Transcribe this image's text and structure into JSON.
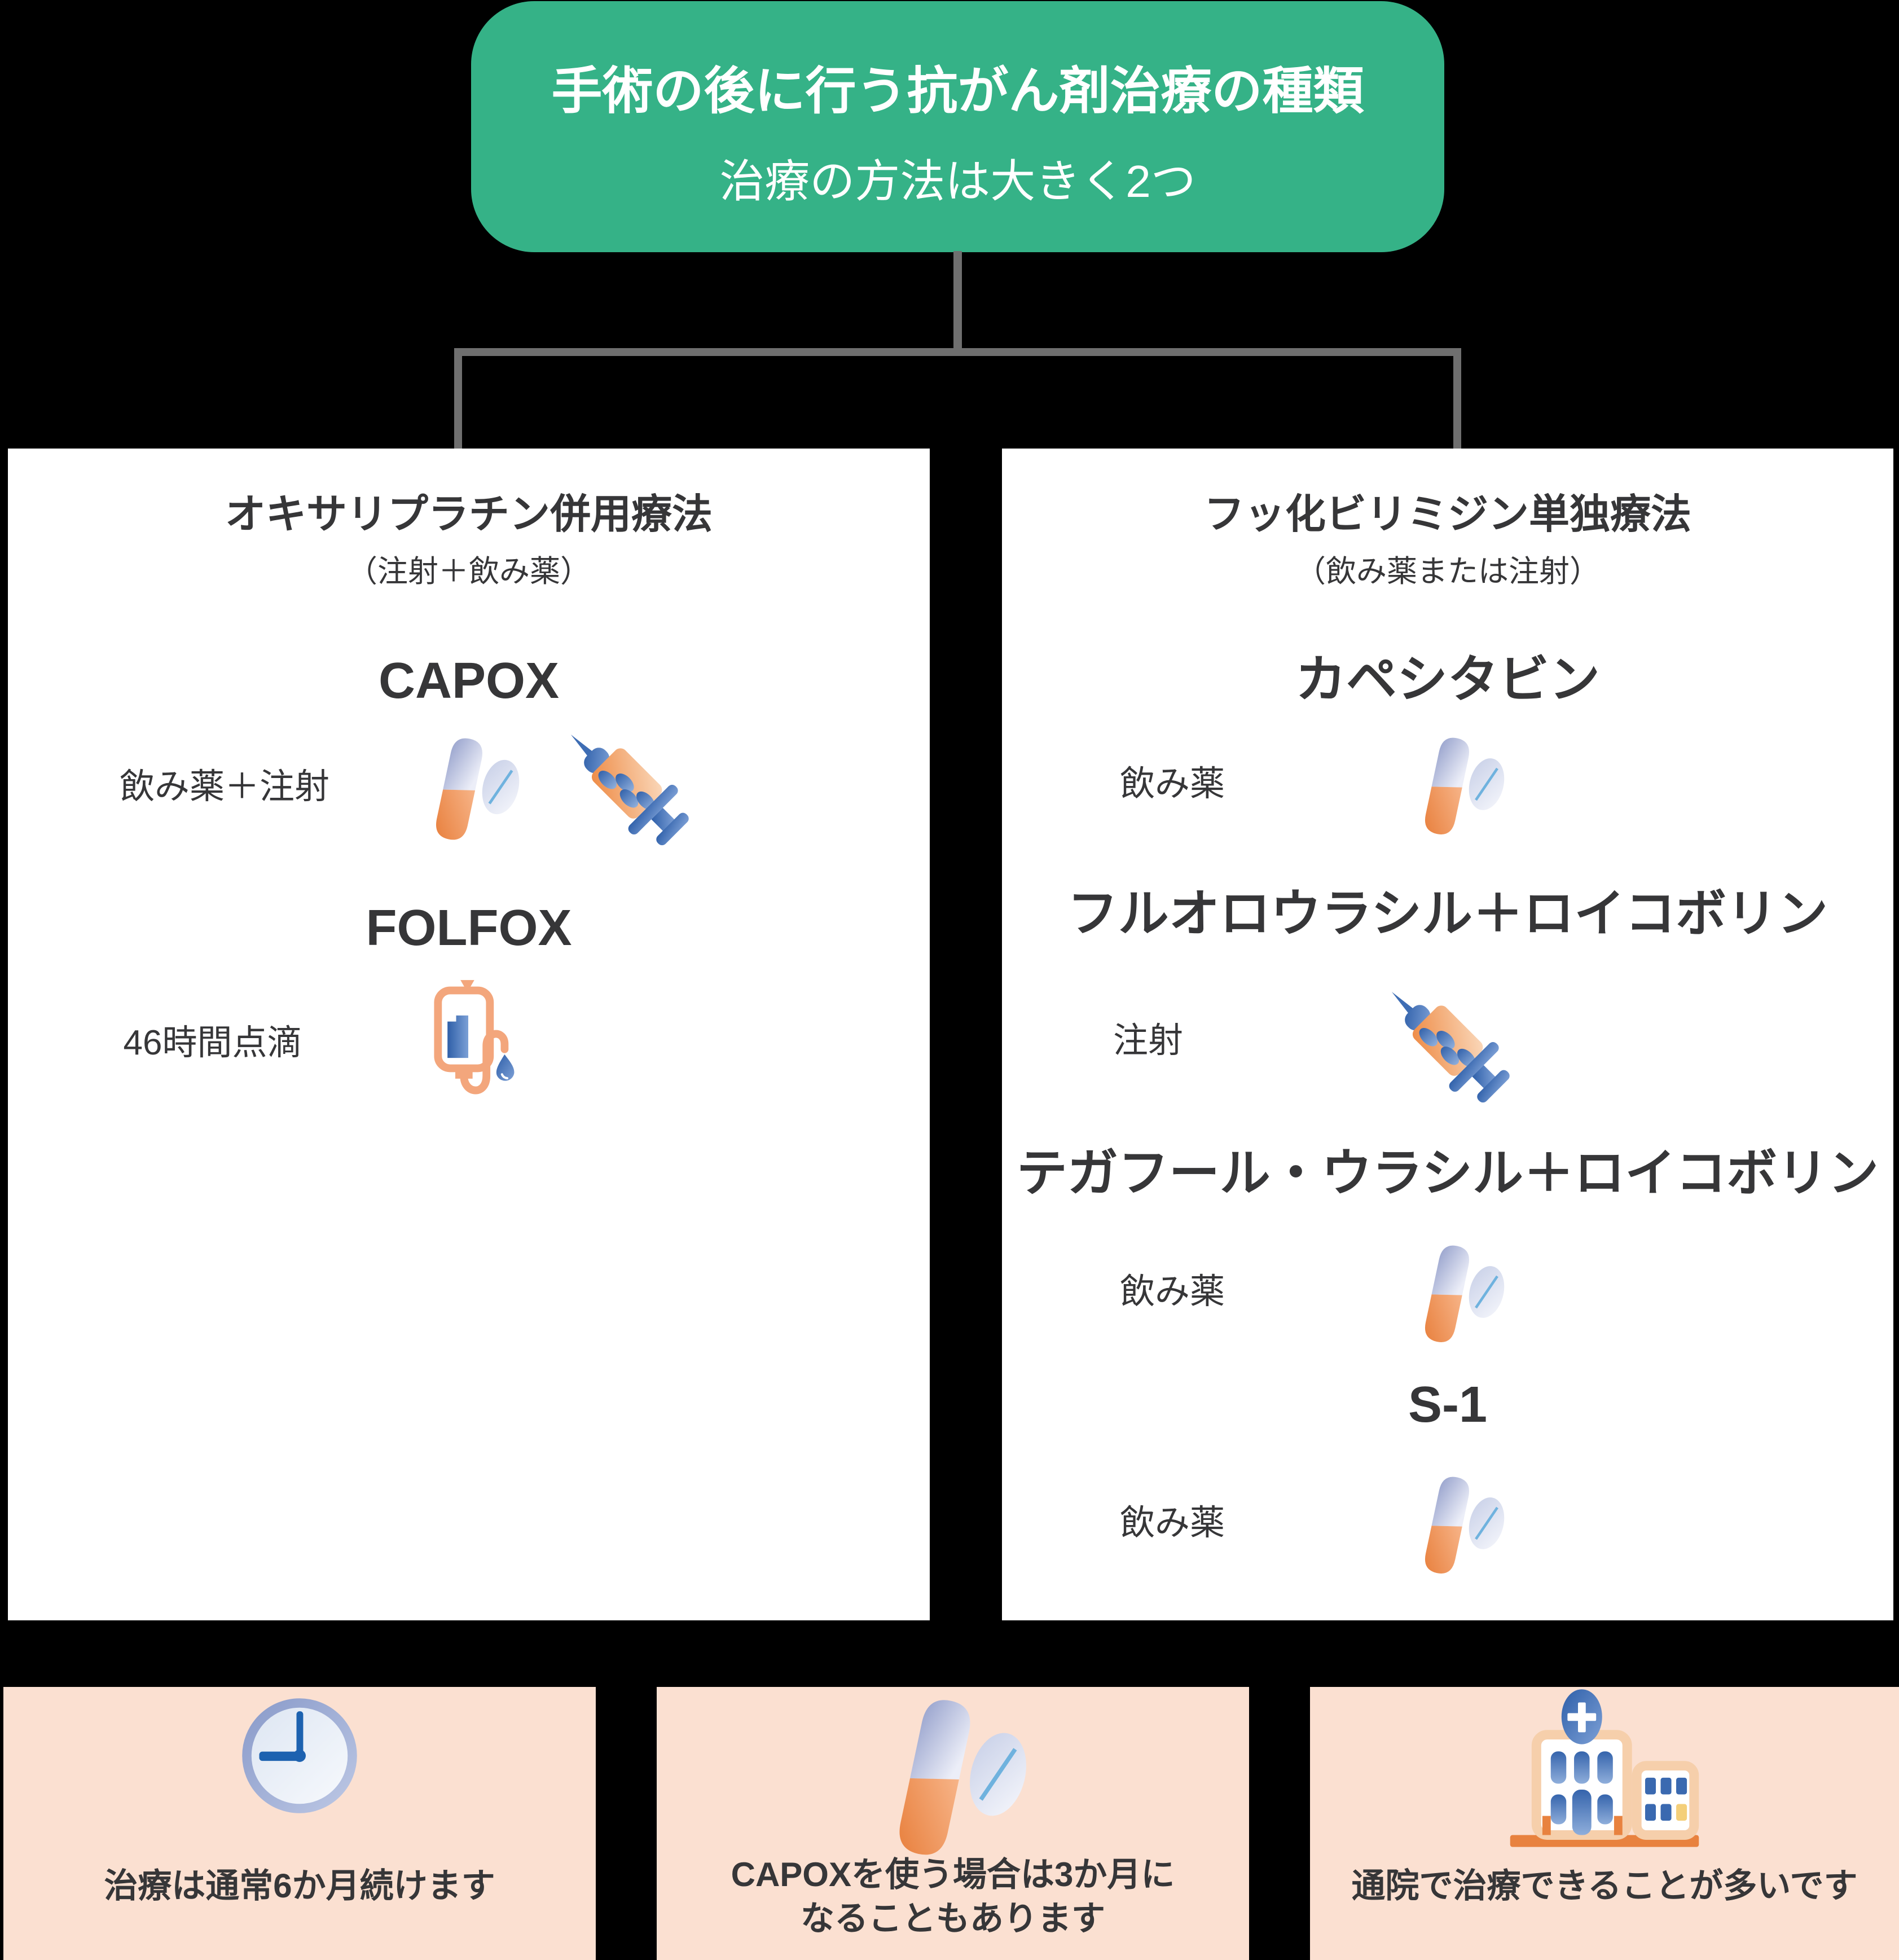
{
  "root": {
    "title": "手術の後に行う抗がん剤治療の種類",
    "subtitle": "治療の方法は大きく2つ"
  },
  "left_panel": {
    "title": "オキサリプラチン併用療法",
    "subtitle": "（注射＋飲み薬）",
    "regimens": [
      {
        "name": "CAPOX",
        "route": "飲み薬＋注射",
        "icons": [
          "pill-icon",
          "syringe-icon"
        ]
      },
      {
        "name": "FOLFOX",
        "route": "46時間点滴",
        "icons": [
          "iv-drip-icon"
        ]
      }
    ]
  },
  "right_panel": {
    "title": "フッ化ビリミジン単独療法",
    "subtitle": "（飲み薬または注射）",
    "regimens": [
      {
        "name": "カペシタビン",
        "route": "飲み薬",
        "icons": [
          "pill-icon"
        ]
      },
      {
        "name": "フルオロウラシル＋ロイコボリン",
        "route": "注射",
        "icons": [
          "syringe-icon"
        ]
      },
      {
        "name": "テガフール・ウラシル＋ロイコボリン",
        "route": "飲み薬",
        "icons": [
          "pill-icon"
        ]
      },
      {
        "name": "S-1",
        "route": "飲み薬",
        "icons": [
          "pill-icon"
        ]
      }
    ]
  },
  "notes": [
    {
      "icon": "clock-icon",
      "text": "治療は通常6か月続けます"
    },
    {
      "icon": "pill-icon",
      "lines": [
        "CAPOXを使う場合は3か月に",
        "なることもあります"
      ]
    },
    {
      "icon": "hospital-icon",
      "text": "通院で治療できることが多いです"
    }
  ],
  "colors": {
    "background": "#000000",
    "root_green": "#35B287",
    "connector_gray": "#6F6F6F",
    "panel_white": "#FFFFFF",
    "note_peach": "#FBE0D1",
    "text_dark": "#363638",
    "text_white": "#FFFFFF",
    "med_orange": "#E8823F",
    "med_blue": "#3E6DB4",
    "periwinkle": "#9AA5CE"
  }
}
